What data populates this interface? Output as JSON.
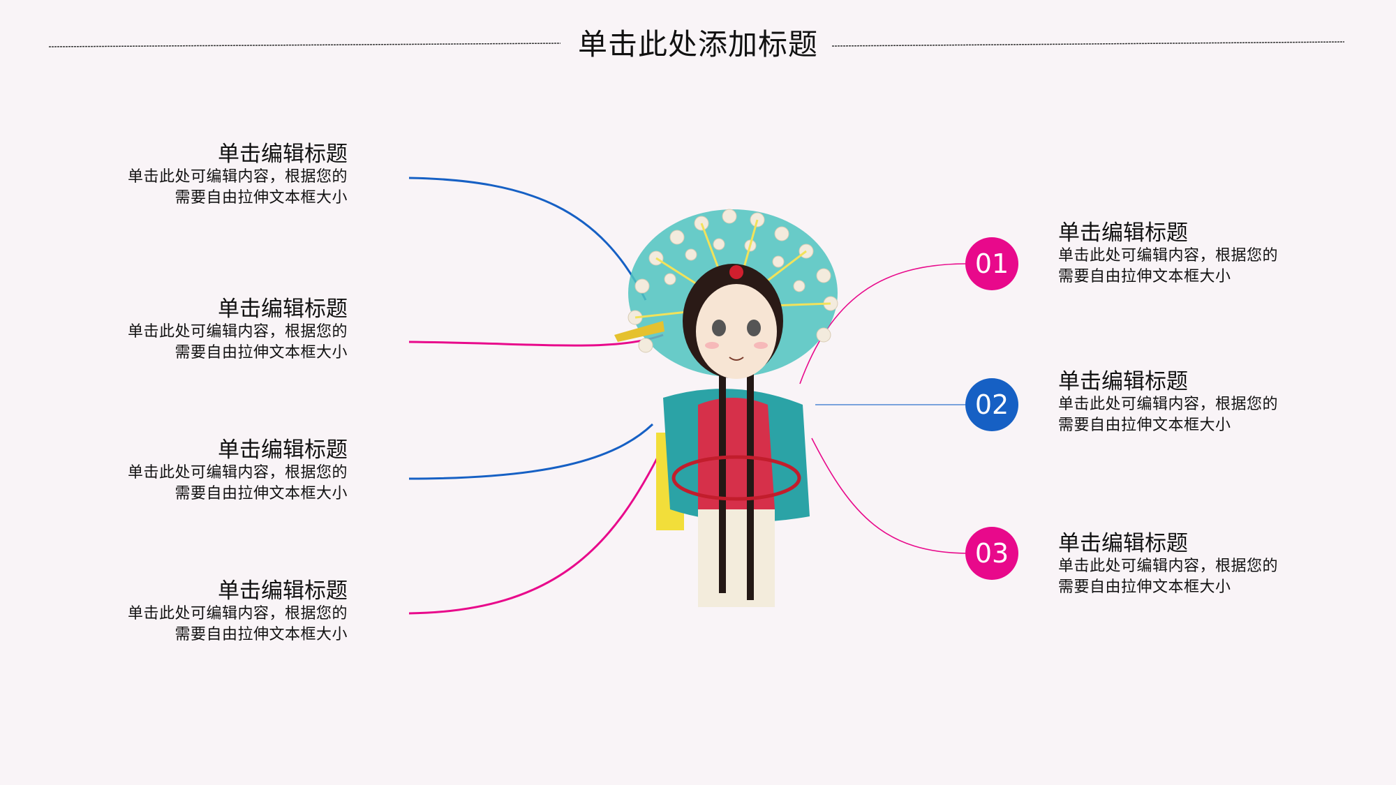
{
  "slide": {
    "title": "单击此处添加标题",
    "background": "#F9F4F7",
    "colors": {
      "pink": "#E8098B",
      "blue": "#1660C4",
      "text": "#111111"
    }
  },
  "left_items": [
    {
      "title": "单击编辑标题",
      "body_line1": "单击此处可编辑内容，根据您的",
      "body_line2": "需要自由拉伸文本框大小",
      "line_color": "blue"
    },
    {
      "title": "单击编辑标题",
      "body_line1": "单击此处可编辑内容，根据您的",
      "body_line2": "需要自由拉伸文本框大小",
      "line_color": "pink"
    },
    {
      "title": "单击编辑标题",
      "body_line1": "单击此处可编辑内容，根据您的",
      "body_line2": "需要自由拉伸文本框大小",
      "line_color": "blue"
    },
    {
      "title": "单击编辑标题",
      "body_line1": "单击此处可编辑内容，根据您的",
      "body_line2": "需要自由拉伸文本框大小",
      "line_color": "pink"
    }
  ],
  "right_items": [
    {
      "number": "01",
      "title": "单击编辑标题",
      "body_line1": "单击此处可编辑内容，根据您的",
      "body_line2": "需要自由拉伸文本框大小",
      "badge_color": "pink"
    },
    {
      "number": "02",
      "title": "单击编辑标题",
      "body_line1": "单击此处可编辑内容，根据您的",
      "body_line2": "需要自由拉伸文本框大小",
      "badge_color": "blue"
    },
    {
      "number": "03",
      "title": "单击编辑标题",
      "body_line1": "单击此处可编辑内容，根据您的",
      "body_line2": "需要自由拉伸文本框大小",
      "badge_color": "pink"
    }
  ],
  "center_image": {
    "icon": "peking-opera-character-illustration"
  }
}
